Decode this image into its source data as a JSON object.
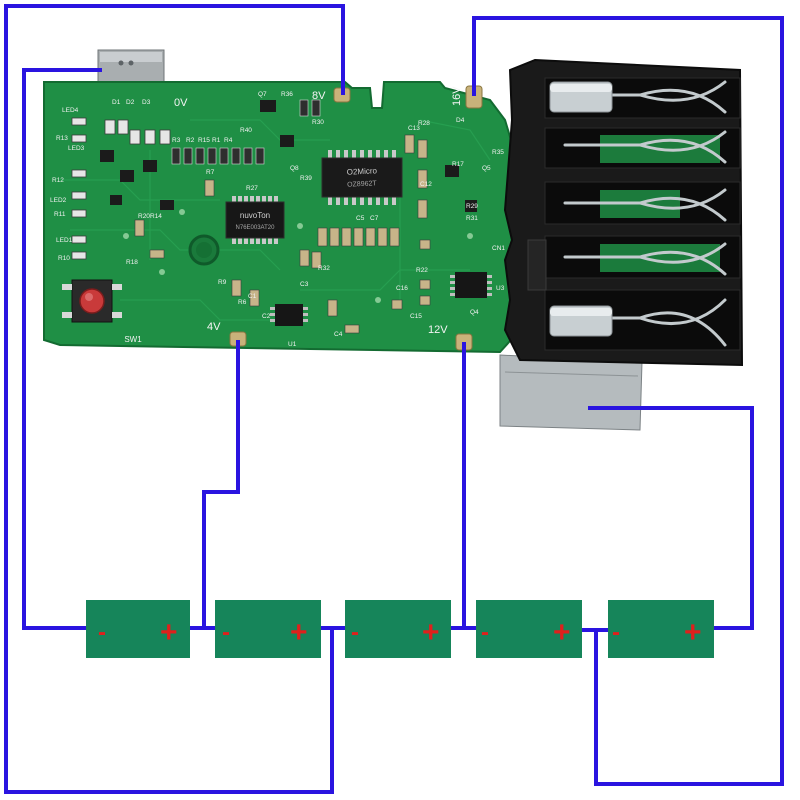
{
  "board": {
    "pads": {
      "v0": "0V",
      "v4": "4V",
      "v8": "8V",
      "v12": "12V",
      "v16": "16V"
    },
    "chips": {
      "mcu_brand": "nuvoTon",
      "mcu_part": "N76E003AT20",
      "afe_brand": "O2Micro",
      "afe_part": "OZ8962T"
    },
    "buttons": {
      "sw1": "SW1"
    },
    "silkscreen": [
      "LED4",
      "R13",
      "LED3",
      "R12",
      "LED2",
      "R11",
      "LED1",
      "R10",
      "D1",
      "D2",
      "D3",
      "Q7",
      "R36",
      "R30",
      "R3",
      "R2",
      "R15",
      "R1",
      "R4",
      "R40",
      "R27",
      "R7",
      "R20",
      "R14",
      "R18",
      "Q8",
      "R39",
      "C13",
      "R28",
      "D4",
      "R35",
      "R17",
      "Q5",
      "C12",
      "R29",
      "R31",
      "C5",
      "C7",
      "R22",
      "C15",
      "Q4",
      "C4",
      "R32",
      "R9",
      "C3",
      "R6",
      "C2",
      "C1",
      "C16",
      "U3",
      "U1",
      "CN1"
    ]
  },
  "cells": [
    {
      "minus": "-",
      "plus": "+"
    },
    {
      "minus": "-",
      "plus": "+"
    },
    {
      "minus": "-",
      "plus": "+"
    },
    {
      "minus": "-",
      "plus": "+"
    },
    {
      "minus": "-",
      "plus": "+"
    }
  ],
  "colors": {
    "wire": "#2a14e0",
    "cell": "#16855a",
    "cell_sign": "#e0201c",
    "pcb": "#1f8f45",
    "pcb_dark": "#136b31",
    "connector": "#1a1a1a",
    "contact": "#b8c0c4",
    "pad": "#c9b27a",
    "silk": "#f2f2f2"
  }
}
